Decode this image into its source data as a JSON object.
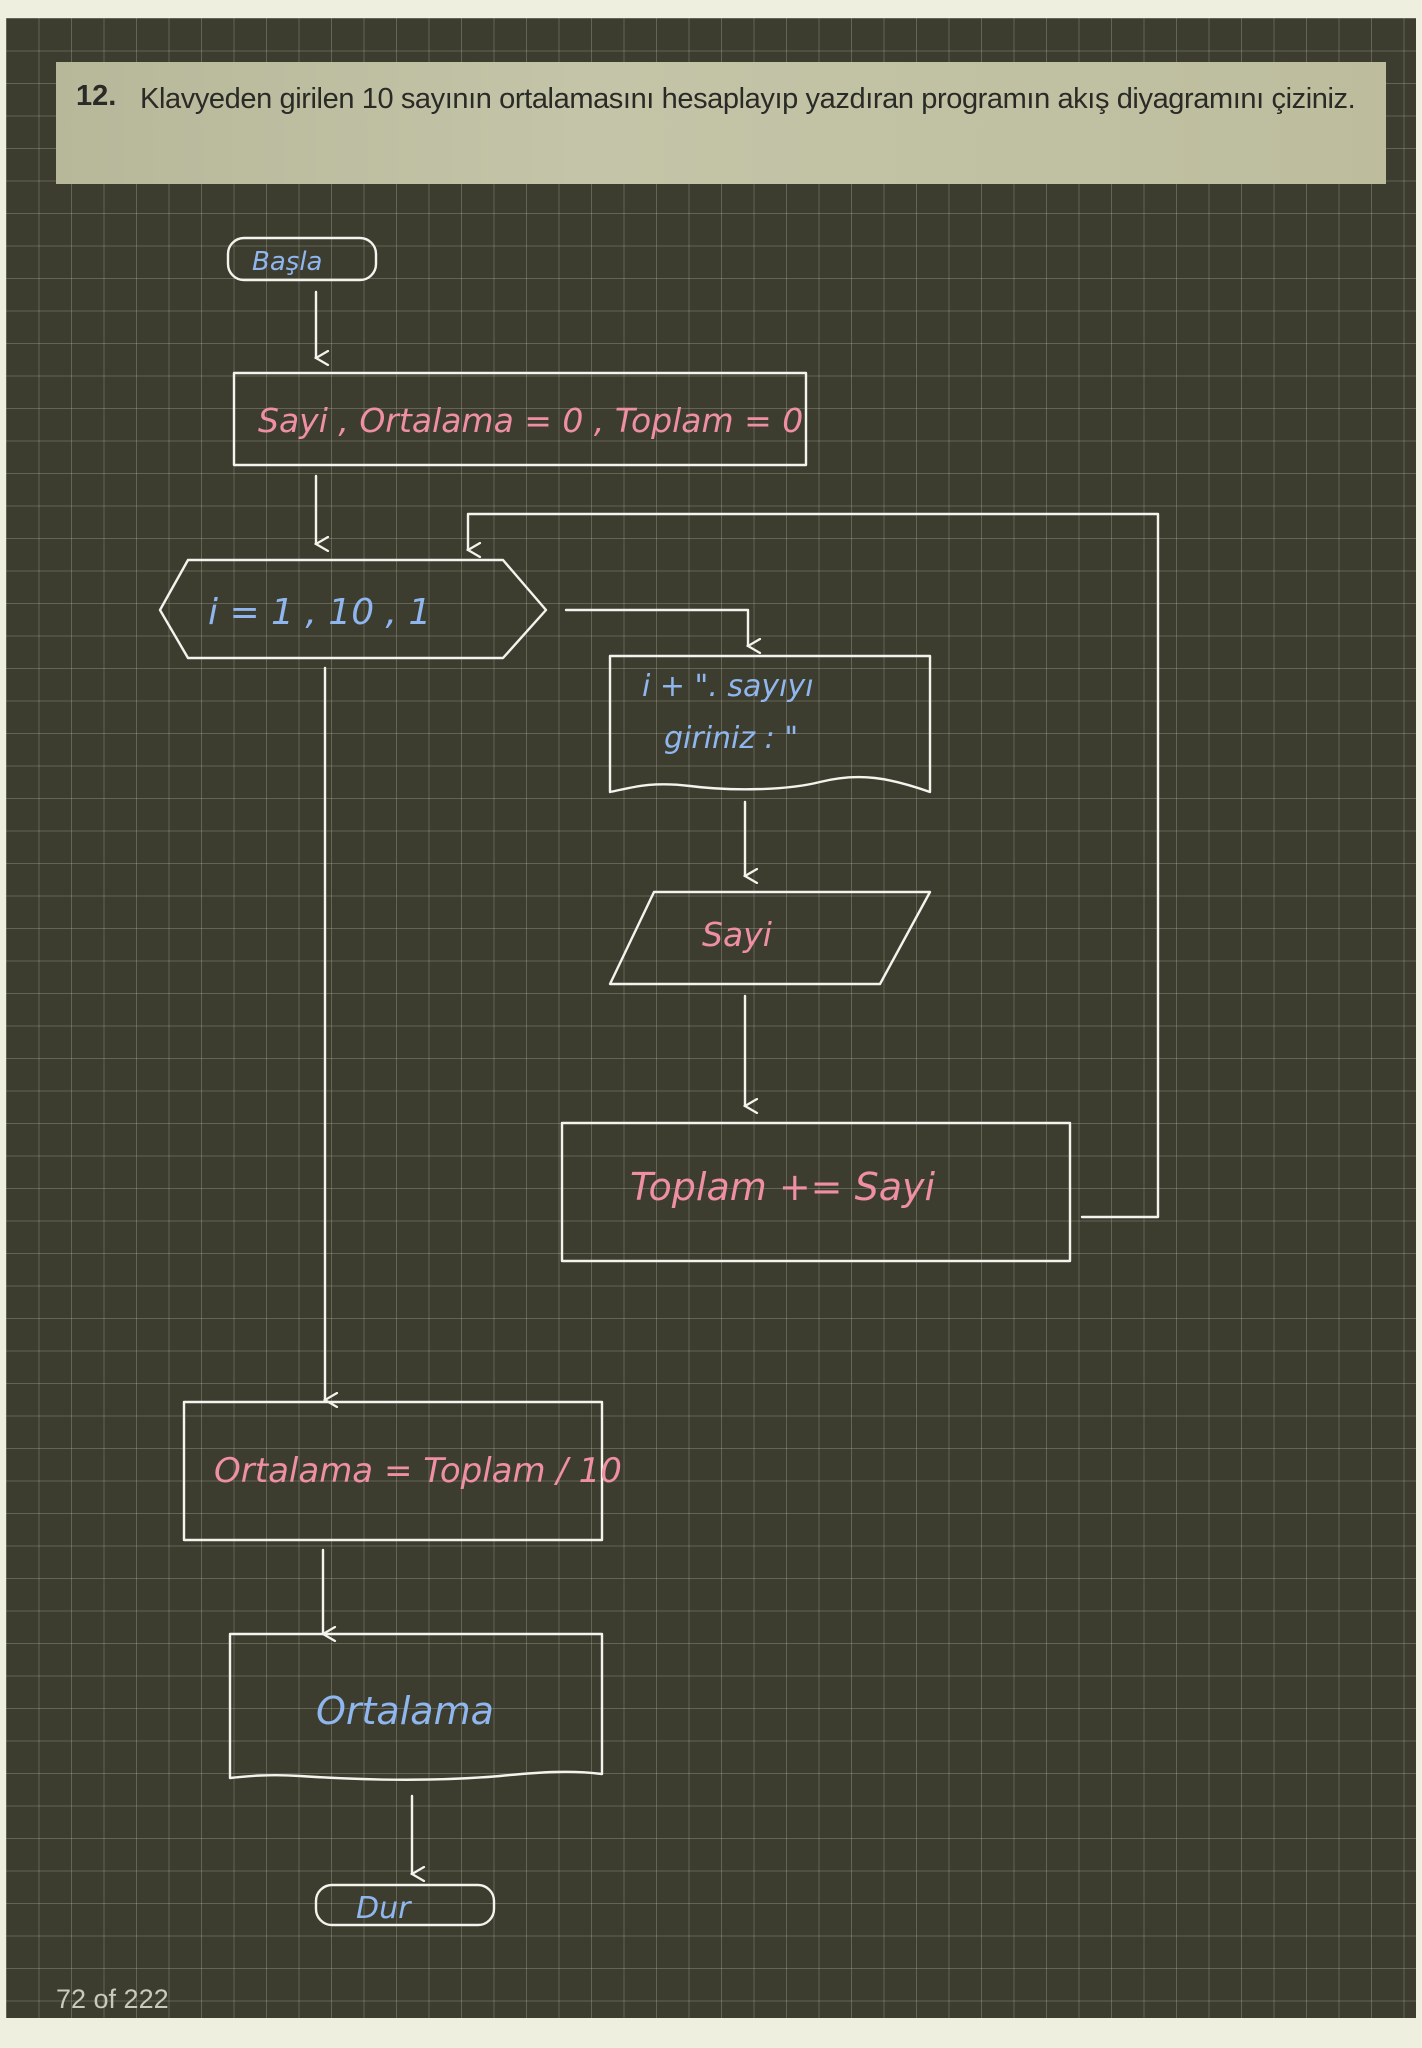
{
  "question": {
    "number": "12.",
    "text": "Klavyeden girilen 10 sayının ortalamasını hesaplayıp yazdıran programın akış diyagramını çiziniz."
  },
  "flowchart": {
    "start": "Başla",
    "init": "Sayi , Ortalama = 0 , Toplam = 0",
    "loop": "i = 1 , 10 , 1",
    "prompt_line1": "i + \". sayıyı",
    "prompt_line2": "giriniz : \"",
    "input": "Sayi",
    "accumulate": "Toplam += Sayi",
    "compute_avg": "Ortalama = Toplam / 10",
    "output": "Ortalama",
    "end": "Dur"
  },
  "footer": {
    "page_counter": "72 of 222"
  },
  "colors": {
    "board": "#3d3d2f",
    "question_band": "#bdbd9e",
    "stroke": "#f4f4ee",
    "ink_pink": "#ee8fa3",
    "ink_blue": "#8fb6ee"
  }
}
